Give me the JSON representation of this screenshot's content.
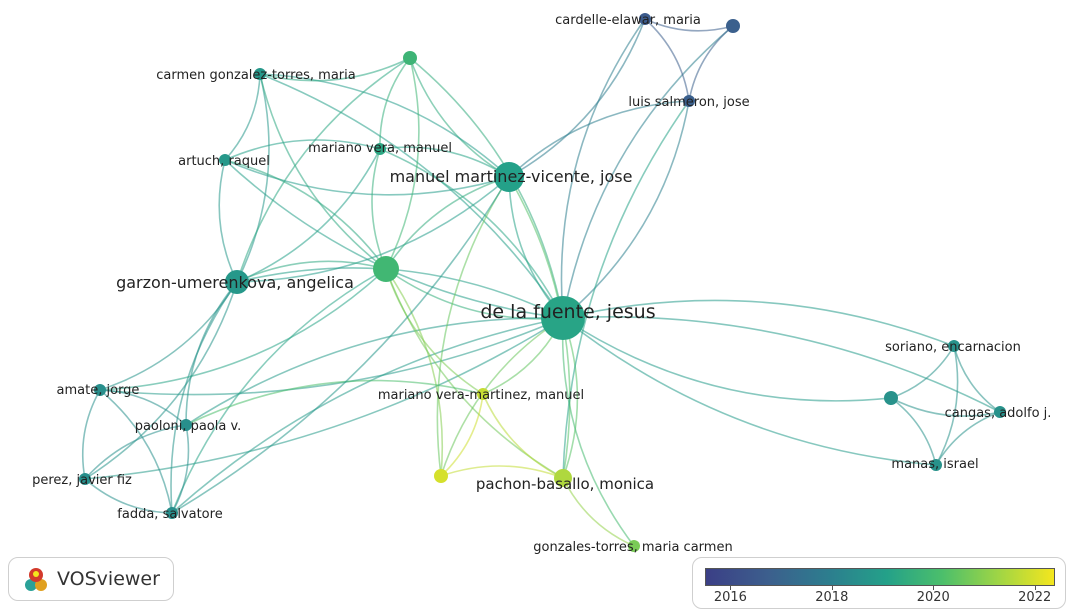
{
  "nodes": [
    {
      "id": "de_la_fuente",
      "label": "de la fuente, jesus",
      "year": 2019.2
    },
    {
      "id": "martinez_vicente",
      "label": "manuel martinez-vicente, jose",
      "year": 2019.1
    },
    {
      "id": "garzon",
      "label": "garzon-umerenkova, angelica",
      "year": 2018.8
    },
    {
      "id": "center",
      "label": "",
      "year": 2019.9
    },
    {
      "id": "top_node",
      "label": "",
      "year": 2019.8
    },
    {
      "id": "cardelle",
      "label": "cardelle-elawar, maria",
      "year": 2016.6
    },
    {
      "id": "salmeron",
      "label": "luis salmeron, jose",
      "year": 2016.8
    },
    {
      "id": "right_top",
      "label": "",
      "year": 2016.8
    },
    {
      "id": "carmen_gt",
      "label": "carmen gonzalez-torres, maria",
      "year": 2018.8
    },
    {
      "id": "artuch",
      "label": "artuch, raquel",
      "year": 2018.8
    },
    {
      "id": "mariano_vera",
      "label": "mariano vera, manuel",
      "year": 2019.3
    },
    {
      "id": "amate",
      "label": "amate, jorge",
      "year": 2018.5
    },
    {
      "id": "paoloni",
      "label": "paoloni, paola v.",
      "year": 2018.5
    },
    {
      "id": "perez",
      "label": "perez, javier fiz",
      "year": 2018.5
    },
    {
      "id": "fadda",
      "label": "fadda, salvatore",
      "year": 2018.5
    },
    {
      "id": "mv_martinez",
      "label": "mariano vera-martinez, manuel",
      "year": 2021.8
    },
    {
      "id": "yellow",
      "label": "",
      "year": 2022.0
    },
    {
      "id": "pachon",
      "label": "pachon-basallo, monica",
      "year": 2021.5
    },
    {
      "id": "gonzales_torres",
      "label": "gonzales-torres, maria carmen",
      "year": 2020.8
    },
    {
      "id": "soriano",
      "label": "soriano, encarnacion",
      "year": 2018.6
    },
    {
      "id": "right_mid",
      "label": "",
      "year": 2018.6
    },
    {
      "id": "cangas",
      "label": "cangas, adolfo j.",
      "year": 2018.6
    },
    {
      "id": "manas",
      "label": "manas, israel",
      "year": 2018.6
    }
  ],
  "links": [
    [
      "de_la_fuente",
      "martinez_vicente"
    ],
    [
      "de_la_fuente",
      "garzon"
    ],
    [
      "de_la_fuente",
      "center"
    ],
    [
      "de_la_fuente",
      "top_node"
    ],
    [
      "de_la_fuente",
      "cardelle"
    ],
    [
      "de_la_fuente",
      "salmeron"
    ],
    [
      "de_la_fuente",
      "right_top"
    ],
    [
      "de_la_fuente",
      "carmen_gt"
    ],
    [
      "de_la_fuente",
      "artuch"
    ],
    [
      "de_la_fuente",
      "mariano_vera"
    ],
    [
      "de_la_fuente",
      "amate"
    ],
    [
      "de_la_fuente",
      "paoloni"
    ],
    [
      "de_la_fuente",
      "perez"
    ],
    [
      "de_la_fuente",
      "fadda"
    ],
    [
      "de_la_fuente",
      "mv_martinez"
    ],
    [
      "de_la_fuente",
      "yellow"
    ],
    [
      "de_la_fuente",
      "pachon"
    ],
    [
      "de_la_fuente",
      "gonzales_torres"
    ],
    [
      "de_la_fuente",
      "soriano"
    ],
    [
      "de_la_fuente",
      "right_mid"
    ],
    [
      "de_la_fuente",
      "cangas"
    ],
    [
      "de_la_fuente",
      "manas"
    ],
    [
      "martinez_vicente",
      "garzon"
    ],
    [
      "martinez_vicente",
      "center"
    ],
    [
      "martinez_vicente",
      "top_node"
    ],
    [
      "martinez_vicente",
      "carmen_gt"
    ],
    [
      "martinez_vicente",
      "artuch"
    ],
    [
      "martinez_vicente",
      "mariano_vera"
    ],
    [
      "martinez_vicente",
      "pachon"
    ],
    [
      "martinez_vicente",
      "cardelle"
    ],
    [
      "martinez_vicente",
      "salmeron"
    ],
    [
      "martinez_vicente",
      "yellow"
    ],
    [
      "garzon",
      "center"
    ],
    [
      "garzon",
      "carmen_gt"
    ],
    [
      "garzon",
      "artuch"
    ],
    [
      "garzon",
      "mariano_vera"
    ],
    [
      "garzon",
      "amate"
    ],
    [
      "garzon",
      "paoloni"
    ],
    [
      "garzon",
      "perez"
    ],
    [
      "garzon",
      "fadda"
    ],
    [
      "garzon",
      "top_node"
    ],
    [
      "center",
      "top_node"
    ],
    [
      "center",
      "carmen_gt"
    ],
    [
      "center",
      "artuch"
    ],
    [
      "center",
      "mariano_vera"
    ],
    [
      "center",
      "mv_martinez"
    ],
    [
      "center",
      "yellow"
    ],
    [
      "center",
      "pachon"
    ],
    [
      "center",
      "amate"
    ],
    [
      "center",
      "fadda"
    ],
    [
      "cardelle",
      "salmeron"
    ],
    [
      "cardelle",
      "right_top"
    ],
    [
      "salmeron",
      "right_top"
    ],
    [
      "salmeron",
      "pachon"
    ],
    [
      "mv_martinez",
      "yellow"
    ],
    [
      "mv_martinez",
      "pachon"
    ],
    [
      "yellow",
      "pachon"
    ],
    [
      "pachon",
      "gonzales_torres"
    ],
    [
      "amate",
      "paoloni"
    ],
    [
      "amate",
      "perez"
    ],
    [
      "amate",
      "fadda"
    ],
    [
      "paoloni",
      "perez"
    ],
    [
      "paoloni",
      "fadda"
    ],
    [
      "perez",
      "fadda"
    ],
    [
      "paoloni",
      "mv_martinez"
    ],
    [
      "fadda",
      "martinez_vicente"
    ],
    [
      "soriano",
      "right_mid"
    ],
    [
      "soriano",
      "cangas"
    ],
    [
      "soriano",
      "manas"
    ],
    [
      "right_mid",
      "cangas"
    ],
    [
      "right_mid",
      "manas"
    ],
    [
      "cangas",
      "manas"
    ],
    [
      "carmen_gt",
      "artuch"
    ],
    [
      "carmen_gt",
      "top_node"
    ],
    [
      "artuch",
      "mariano_vera"
    ],
    [
      "top_node",
      "mariano_vera"
    ]
  ],
  "logo": {
    "text": "VOSviewer"
  },
  "legend": {
    "ticks": [
      "2016",
      "2018",
      "2020",
      "2022"
    ],
    "min": 2015.5,
    "max": 2022.4
  },
  "colors": {
    "low": "#3b3f86",
    "high": "#f4e61e"
  }
}
